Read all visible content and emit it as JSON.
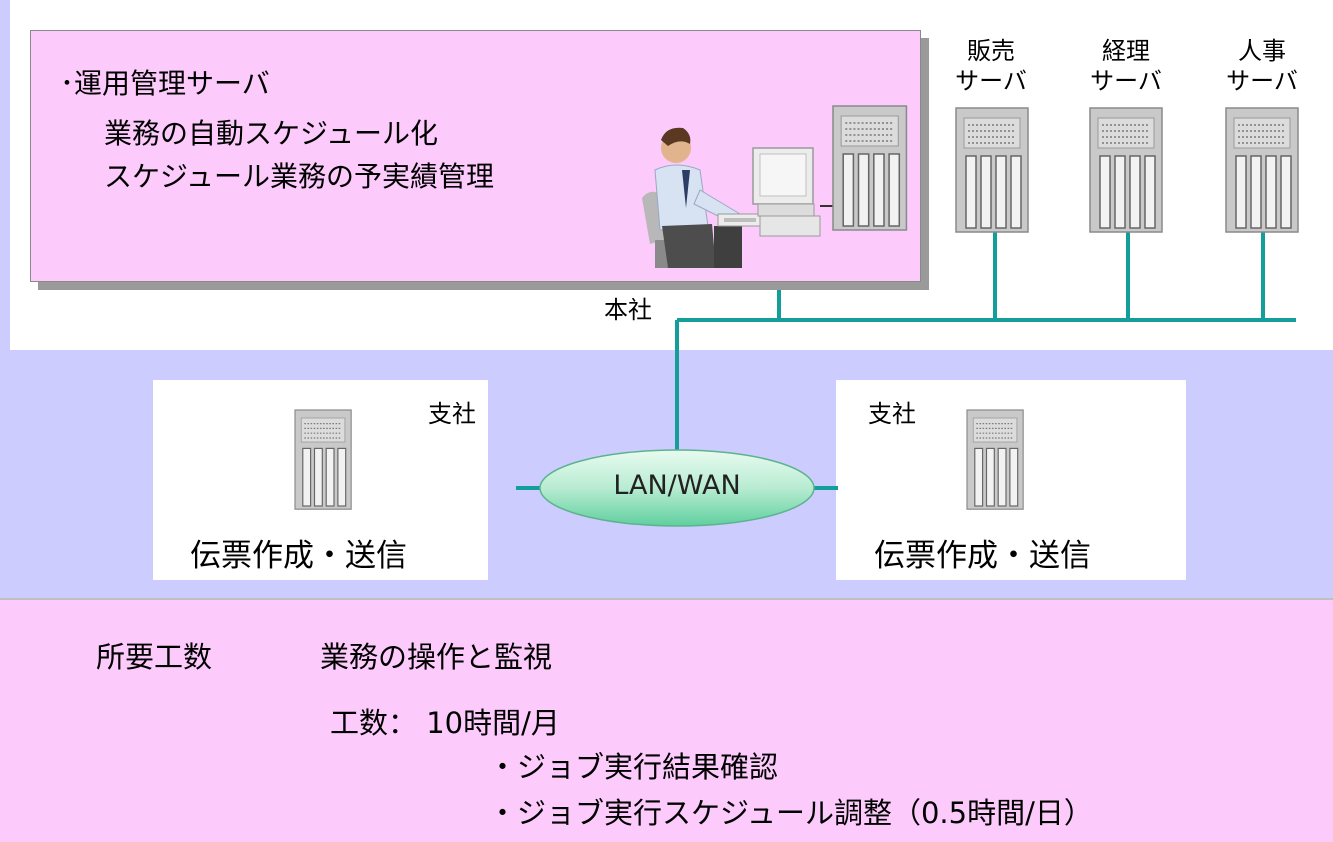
{
  "ops_server": {
    "title": "･運用管理サーバ",
    "line1": "業務の自動スケジュール化",
    "line2": "スケジュール業務の予実績管理"
  },
  "servers": [
    {
      "line1": "販売",
      "line2": "サーバ"
    },
    {
      "line1": "経理",
      "line2": "サーバ"
    },
    {
      "line1": "人事",
      "line2": "サーバ"
    }
  ],
  "hq_label": "本社",
  "network_label": "LAN/WAN",
  "branches": [
    {
      "label": "支社",
      "task": "伝票作成・送信"
    },
    {
      "label": "支社",
      "task": "伝票作成・送信"
    }
  ],
  "workload": {
    "heading": "所要工数",
    "subject": "業務の操作と監視",
    "hours": "工数： 10時間/月",
    "item1": "・ジョブ実行結果確認",
    "item2": "・ジョブ実行スケジュール調整（0.5時間/日）"
  },
  "colors": {
    "network_line": "#139e9a",
    "pink_box": "#fccbfc",
    "background": "#ccccfe"
  }
}
